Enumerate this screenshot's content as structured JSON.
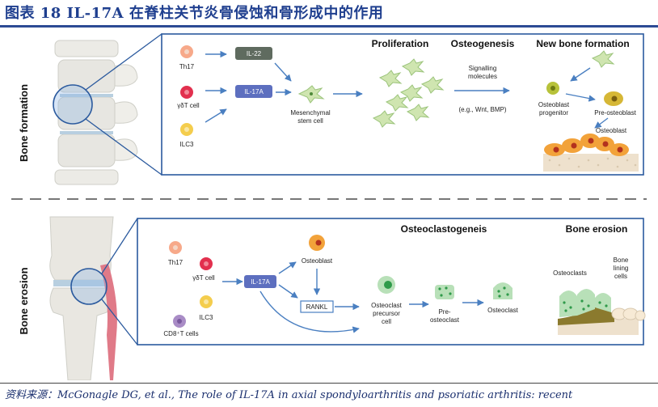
{
  "title": "图表 18   IL-17A 在脊柱关节炎骨侵蚀和骨形成中的作用",
  "source": "资料来源：McGonagle DG, et al., The role of IL-17A in axial spondyloarthritis and psoriatic arthritis: recent",
  "colors": {
    "frame": "#2b5a9e",
    "title": "#1f3f8f",
    "arrow": "#4a7fc1",
    "il22_box": "#5f6b5f",
    "il17a_box": "#5d6fbf",
    "cell_green": "#cfe5b0",
    "osteoblast": "#f2a23a"
  },
  "formation": {
    "side_label": "Bone formation",
    "cells": {
      "th17": "Th17",
      "gdt": "γδT cell",
      "ilc3": "ILC3"
    },
    "il22": "IL-22",
    "il17a": "IL-17A",
    "msc_label": [
      "Mesenchymal",
      "stem cell"
    ],
    "proliferation": "Proliferation",
    "osteogenesis": "Osteogenesis",
    "signalling": [
      "Signalling",
      "molecules"
    ],
    "examples": "(e.g., Wnt, BMP)",
    "new_bone": "New bone formation",
    "osteoblast_progenitor": [
      "Osteoblast",
      "progenitor"
    ],
    "pre_osteoblast": "Pre-osteoblast",
    "osteoblast": "Osteoblast"
  },
  "erosion": {
    "side_label": "Bone erosion",
    "cells": {
      "th17": "Th17",
      "gdt": "γδT cell",
      "ilc3": "ILC3",
      "cd8": "CD8⁺T cells"
    },
    "il17a": "IL-17A",
    "osteoblast": "Osteoblast",
    "rankl": "RANKL",
    "osteoclastogenesis": "Osteoclastogeneis",
    "bone_erosion": "Bone erosion",
    "precursor_label": [
      "Osteoclast",
      "precursor",
      "cell"
    ],
    "pre_osteoclast": [
      "Pre-",
      "osteoclast"
    ],
    "osteoclast": "Osteoclast",
    "osteoclasts": "Osteoclasts",
    "bone_lining": [
      "Bone",
      "lining",
      "cells"
    ]
  }
}
